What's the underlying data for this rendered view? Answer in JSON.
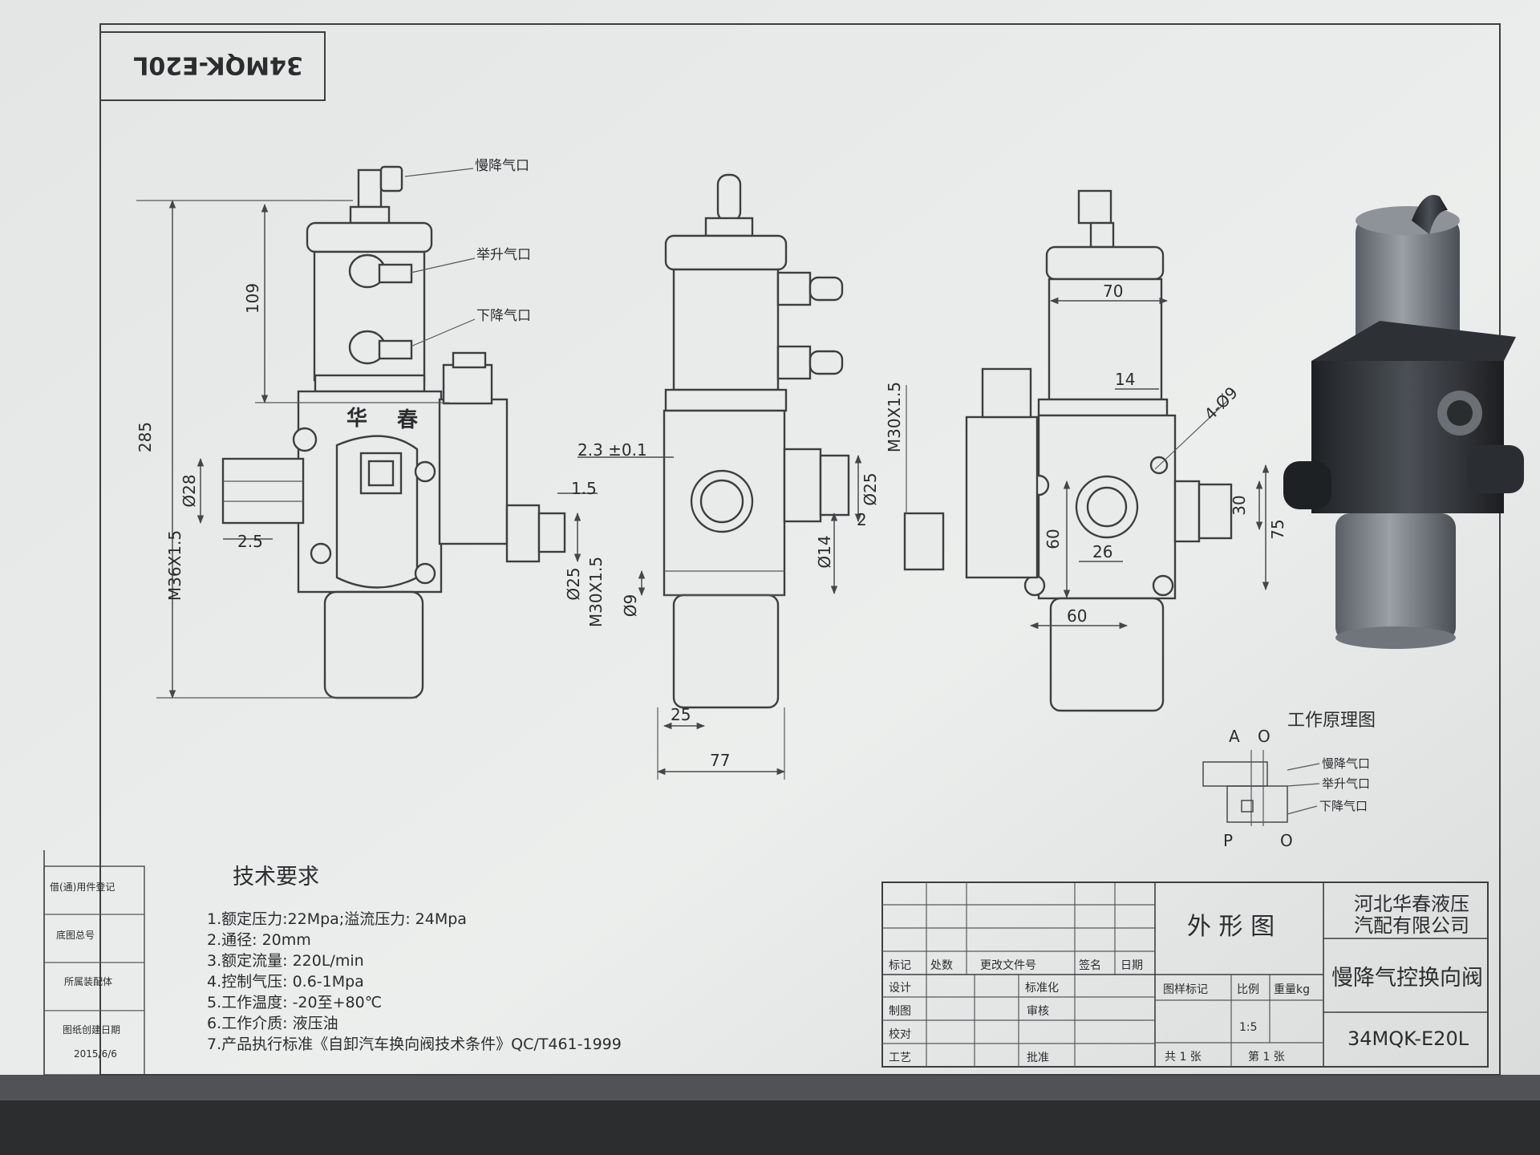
{
  "title_block_upside": "34MQK-E20L",
  "view_left": {
    "label_slow_down_air": "慢降气口",
    "label_lift_air": "举升气口",
    "label_lower_air": "下降气口",
    "brand_char_1": "华",
    "brand_char_2": "春",
    "dims": [
      "285",
      "109",
      "Ø28",
      "2.5",
      "M36X1.5",
      "1.5",
      "Ø25",
      "M30X1.5"
    ]
  },
  "view_middle": {
    "dims": [
      "2.3 ±0.1",
      "Ø25",
      "2",
      "Ø14",
      "Ø9",
      "25",
      "77"
    ]
  },
  "view_right": {
    "dims": [
      "70",
      "M30X1.5",
      "14",
      "4-Ø9",
      "30",
      "75",
      "60",
      "26",
      "60"
    ]
  },
  "schematic": {
    "title": "工作原理图",
    "port_A": "A",
    "port_O_top": "O",
    "port_P": "P",
    "port_O_bottom": "O",
    "labels": [
      "慢降气口",
      "举升气口",
      "下降气口"
    ]
  },
  "tech_requirements": {
    "heading": "技术要求",
    "items": [
      "1.额定压力:22Mpa;溢流压力: 24Mpa",
      "2.通径: 20mm",
      "3.额定流量: 220L/min",
      "4.控制气压: 0.6-1Mpa",
      "5.工作温度: -20至+80℃",
      "6.工作介质: 液压油",
      "7.产品执行标准《自卸汽车换向阀技术条件》QC/T461-1999"
    ]
  },
  "side_strip": {
    "labels": [
      "借(通)用件登记",
      "底图总号",
      "所属装配体",
      "图纸创建日期"
    ],
    "date": "2015/6/6"
  },
  "title_block": {
    "drawing_type": "外 形 图",
    "company": [
      "河北华春液压",
      "汽配有限公司"
    ],
    "product_name": "慢降气控换向阀",
    "model": "34MQK-E20L",
    "header_cells": [
      "标记",
      "处数",
      "更改文件号",
      "签名",
      "日期"
    ],
    "row_labels": [
      "设计",
      "制图",
      "校对",
      "工艺"
    ],
    "mid_labels": [
      "标准化",
      "审核",
      "批准"
    ],
    "mark_cells": [
      "图样标记",
      "比例",
      "重量kg"
    ],
    "scale": "1:5",
    "total_sheets": "共 1 张",
    "sheet_no": "第 1 张"
  },
  "colors": {
    "paper": "#e9ebea",
    "ink": "#3c3e40",
    "bezel": "#3a3b3d"
  }
}
